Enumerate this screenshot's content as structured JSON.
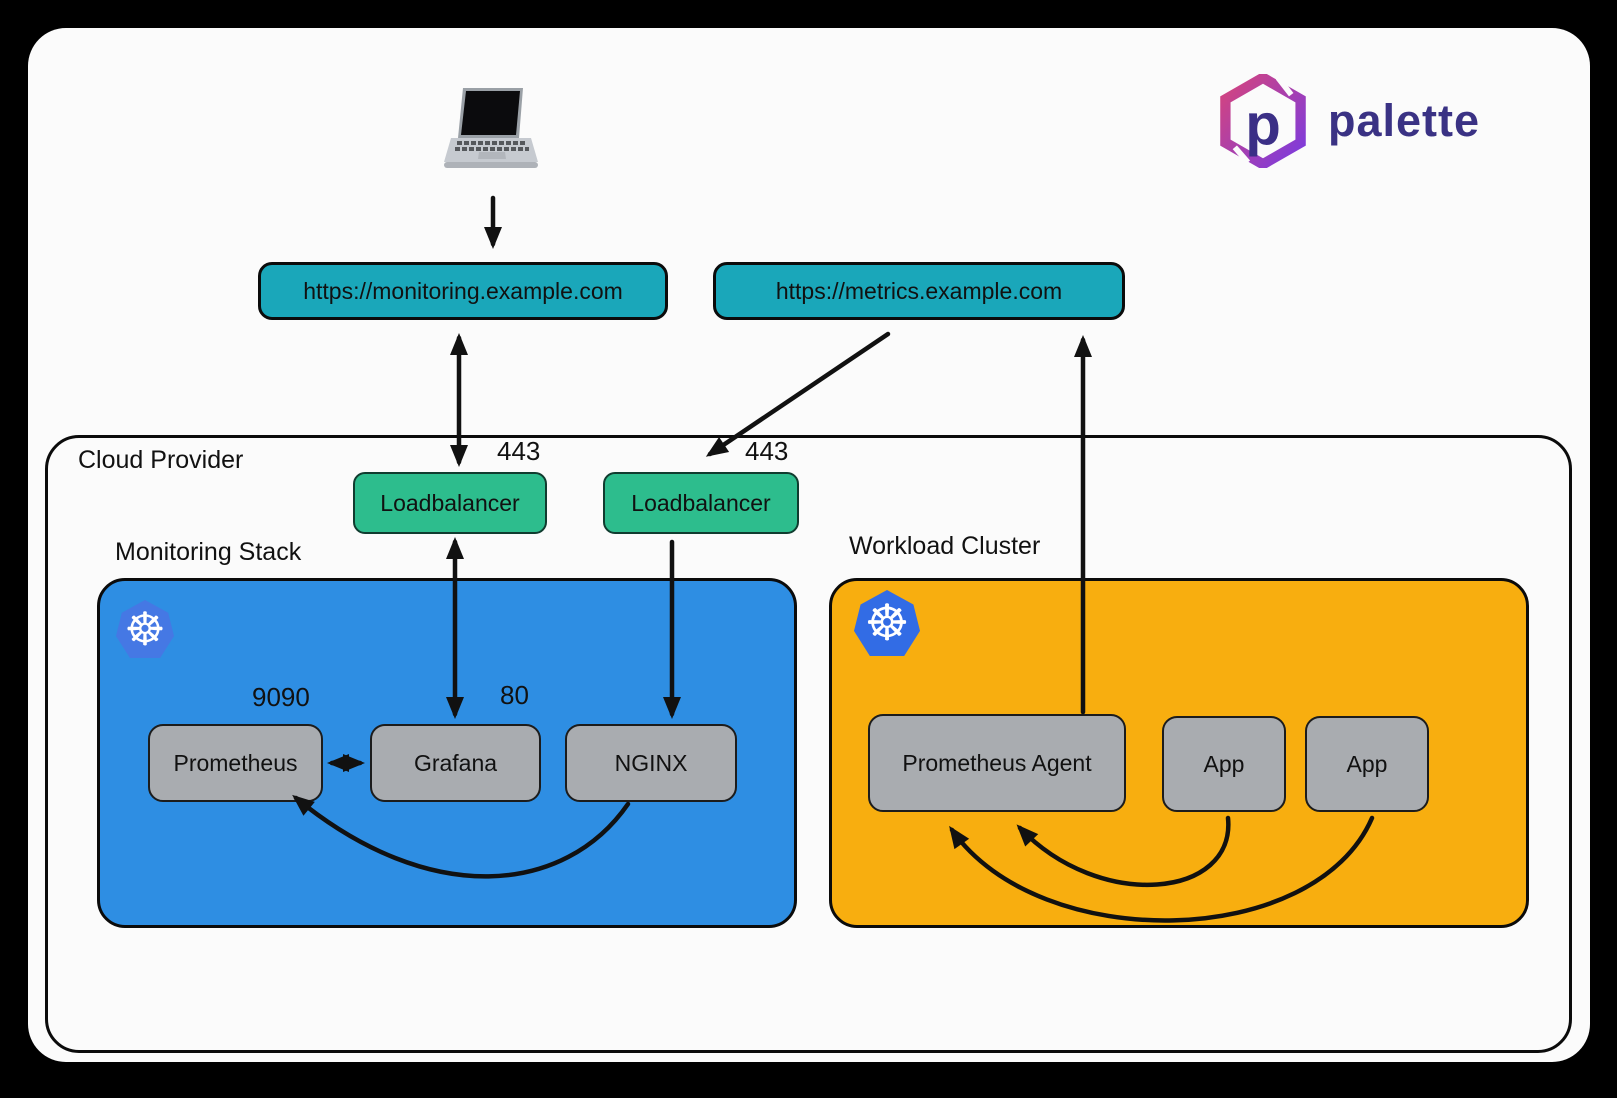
{
  "colors": {
    "canvas_bg": "#000000",
    "card_bg": "#fbfbfb",
    "teal_node": "#1aa7ba",
    "green_node": "#2dbd8d",
    "blue_cluster": "#2e8ee3",
    "orange_cluster": "#f8ae0f",
    "gray_node": "#a9acb0",
    "arrow": "#111111",
    "kubernetes_blue": "#326ce5",
    "logo_text": "#3a3284"
  },
  "header": {
    "logo_text": "palette"
  },
  "urls": {
    "monitoring": "https://monitoring.example.com",
    "metrics": "https://metrics.example.com"
  },
  "cloud": {
    "label": "Cloud Provider",
    "loadbalancers": [
      {
        "label": "Loadbalancer",
        "port": "443"
      },
      {
        "label": "Loadbalancer",
        "port": "443"
      }
    ]
  },
  "monitoring_stack": {
    "label": "Monitoring Stack",
    "nodes": [
      {
        "label": "Prometheus",
        "port": "9090"
      },
      {
        "label": "Grafana",
        "port": "80"
      },
      {
        "label": "NGINX"
      }
    ]
  },
  "workload_cluster": {
    "label": "Workload Cluster",
    "nodes": [
      {
        "label": "Prometheus Agent"
      },
      {
        "label": "App"
      },
      {
        "label": "App"
      }
    ]
  }
}
